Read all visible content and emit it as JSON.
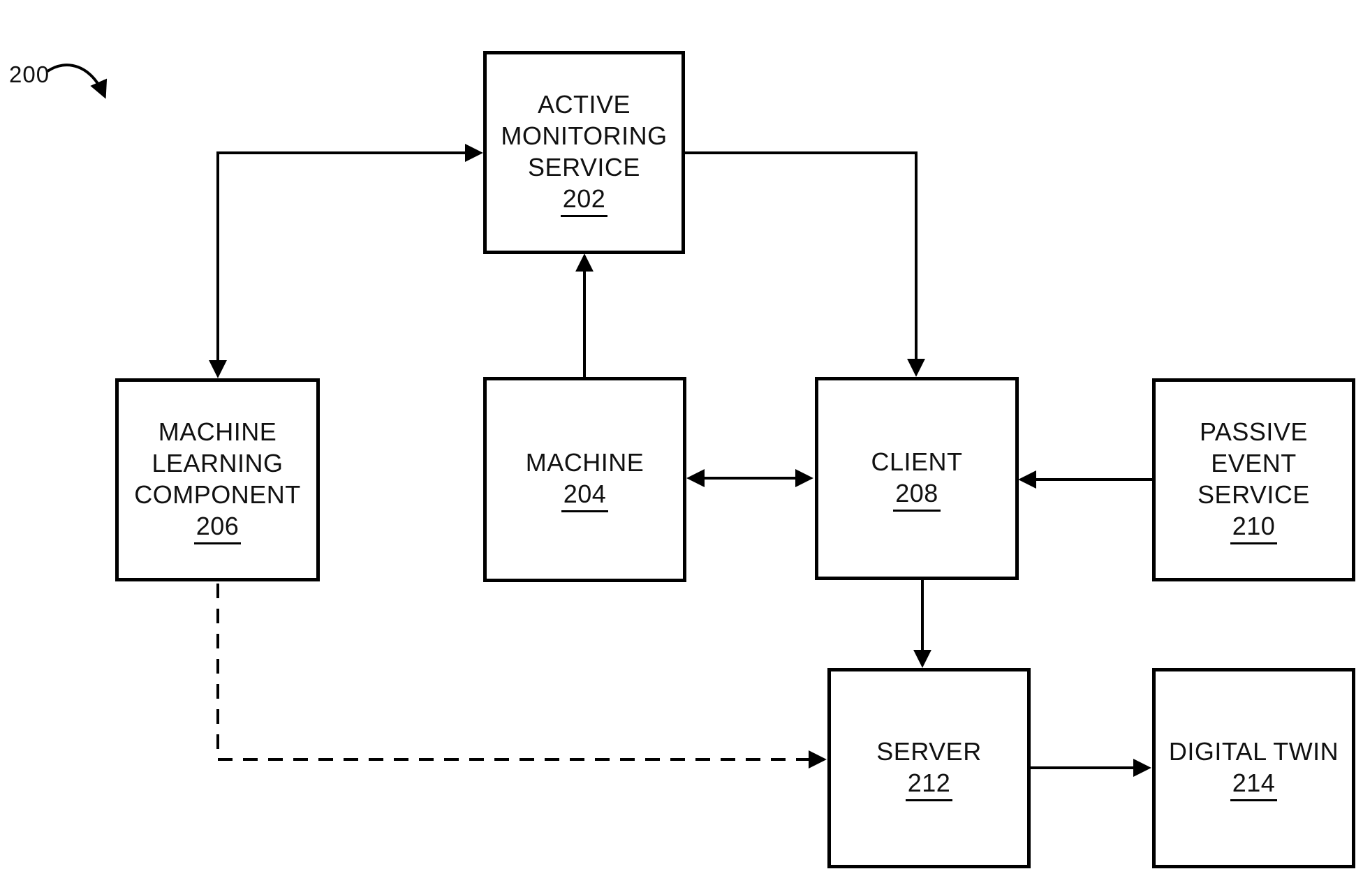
{
  "figure": {
    "ref_label": "200"
  },
  "colors": {
    "line": "#000000",
    "background": "#ffffff",
    "text": "#111111"
  },
  "boxes": {
    "active_monitoring_service": {
      "line1": "ACTIVE",
      "line2": "MONITORING",
      "line3": "SERVICE",
      "number": "202"
    },
    "machine": {
      "line1": "MACHINE",
      "number": "204"
    },
    "machine_learning_component": {
      "line1": "MACHINE",
      "line2": "LEARNING",
      "line3": "COMPONENT",
      "number": "206"
    },
    "client": {
      "line1": "CLIENT",
      "number": "208"
    },
    "passive_event_service": {
      "line1": "PASSIVE EVENT",
      "line2": "SERVICE",
      "number": "210"
    },
    "server": {
      "line1": "SERVER",
      "number": "212"
    },
    "digital_twin": {
      "line1": "DIGITAL TWIN",
      "number": "214"
    }
  },
  "connections": [
    {
      "id": "mlc-ams",
      "endpoints": [
        "machine_learning_component",
        "active_monitoring_service"
      ],
      "style": "solid",
      "arrow_into": [
        "active_monitoring_service",
        "machine_learning_component"
      ]
    },
    {
      "id": "machine-ams",
      "endpoints": [
        "machine",
        "active_monitoring_service"
      ],
      "style": "solid",
      "arrow_into": [
        "active_monitoring_service"
      ]
    },
    {
      "id": "ams-client",
      "endpoints": [
        "active_monitoring_service",
        "client"
      ],
      "style": "solid",
      "arrow_into": [
        "client"
      ]
    },
    {
      "id": "machine-client",
      "endpoints": [
        "machine",
        "client"
      ],
      "style": "solid",
      "arrow_into": [
        "machine",
        "client"
      ]
    },
    {
      "id": "pes-client",
      "endpoints": [
        "passive_event_service",
        "client"
      ],
      "style": "solid",
      "arrow_into": [
        "client"
      ]
    },
    {
      "id": "client-server",
      "endpoints": [
        "client",
        "server"
      ],
      "style": "solid",
      "arrow_into": [
        "server"
      ]
    },
    {
      "id": "mlc-server",
      "endpoints": [
        "machine_learning_component",
        "server"
      ],
      "style": "dashed",
      "arrow_into": [
        "server"
      ]
    },
    {
      "id": "server-dt",
      "endpoints": [
        "server",
        "digital_twin"
      ],
      "style": "solid",
      "arrow_into": [
        "digital_twin"
      ]
    }
  ]
}
